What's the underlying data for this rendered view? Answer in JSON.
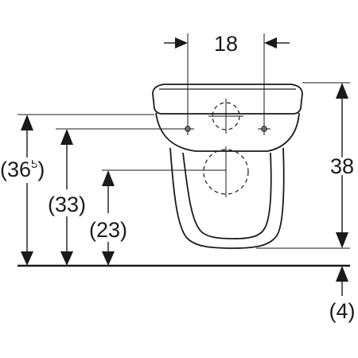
{
  "dimensions": {
    "hole_spacing": "18",
    "bowl_height": "38",
    "rim_height_base": "(36",
    "rim_height_sup": "5",
    "rim_height_close": ")",
    "fixing_height": "(33)",
    "drain_height": "(23)",
    "floor_offset": "(4)"
  }
}
